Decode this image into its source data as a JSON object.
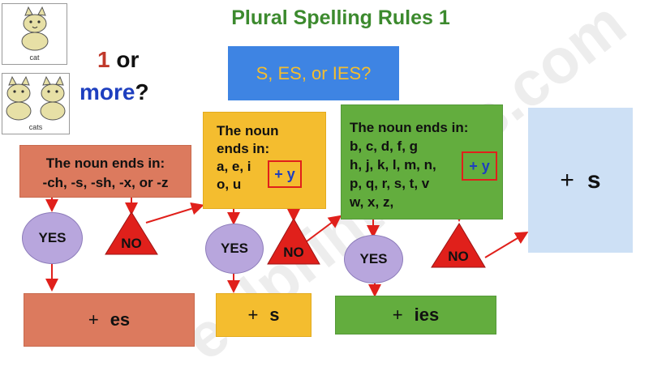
{
  "title": "Plural Spelling Rules 1",
  "cards": {
    "single_label": "cat",
    "plural_label": "cats"
  },
  "question": {
    "num": "1",
    "or": "or",
    "more": "more",
    "mark": "?"
  },
  "header_box": "S, ES, or IES?",
  "rule1": {
    "line1": "The noun ends in:",
    "line2": "-ch, -s, -sh, -x, or -z",
    "yes": "YES",
    "no": "NO",
    "result_plus": "+",
    "result_suffix": "es"
  },
  "rule2": {
    "line1": "The noun",
    "line2": "ends in:",
    "line3": "a, e, i",
    "line4": "o, u",
    "tag": "+ y",
    "yes": "YES",
    "no": "NO",
    "result_plus": "+",
    "result_suffix": "s"
  },
  "rule3": {
    "line1": "The noun ends in:",
    "line2": "b, c, d, f, g",
    "line3": "h, j, k, l, m, n,",
    "line4": "p, q, r, s, t, v",
    "line5": "w, x, z,",
    "tag": "+ y",
    "yes": "YES",
    "no": "NO",
    "result_plus": "+",
    "result_suffix": "ies"
  },
  "final": {
    "plus": "+",
    "suffix": "s"
  },
  "watermark": "eslprintables.com",
  "colors": {
    "title": "#3c8a2e",
    "orange": "#dc7a5e",
    "yellow": "#f4bd2f",
    "green": "#63ad3e",
    "blue": "#3e84e3",
    "lightblue": "#cde0f5",
    "purple": "#b8a6dd",
    "red": "#e0201b"
  }
}
